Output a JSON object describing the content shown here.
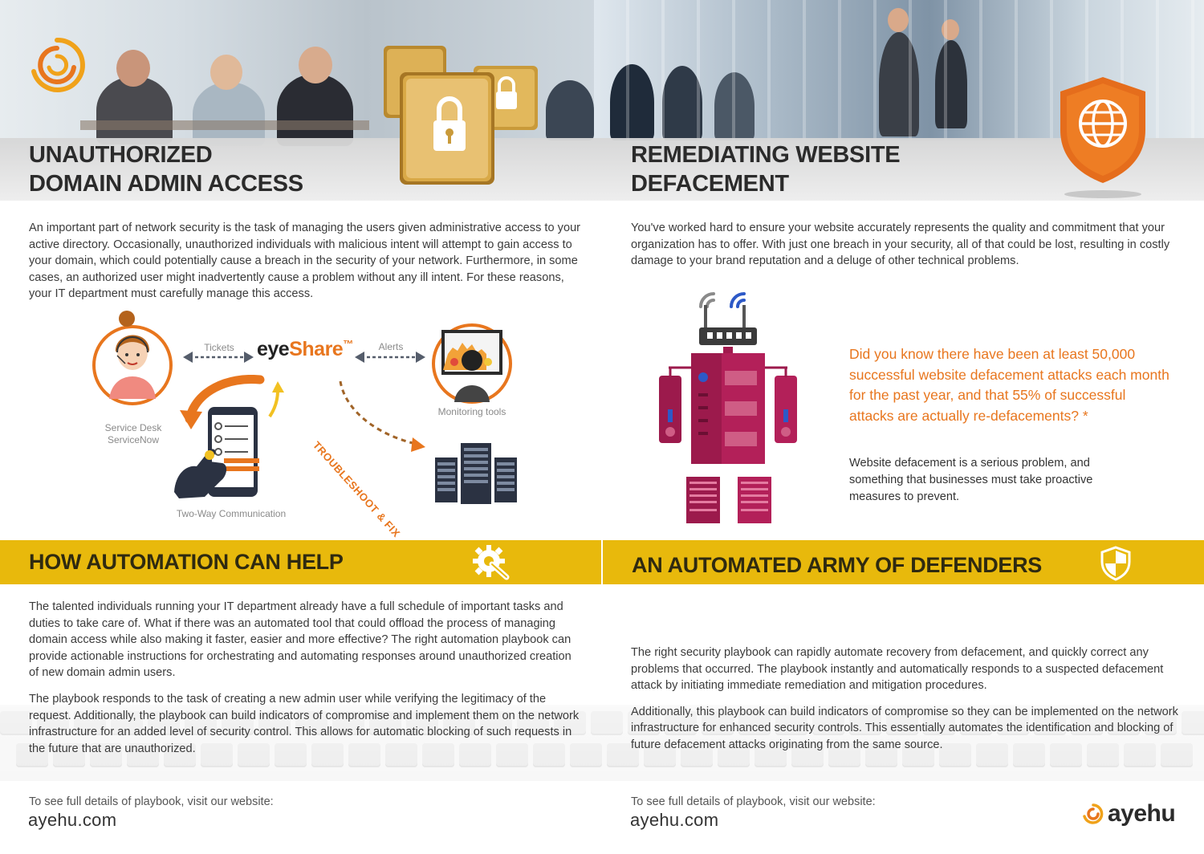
{
  "sections": {
    "unauthorized": {
      "title_line1": "UNAUTHORIZED",
      "title_line2": "DOMAIN ADMIN ACCESS",
      "body": "An important part of network security is the task of managing the users given administrative access to your active directory. Occasionally, unauthorized individuals with malicious intent will attempt to gain access to your domain, which could potentially cause a breach in the security of your network. Furthermore, in some cases, an authorized user might inadvertently cause a problem without any ill intent. For these reasons, your IT department must carefully manage this access."
    },
    "defacement": {
      "title_line1": "REMEDIATING WEBSITE",
      "title_line2": "DEFACEMENT",
      "body": "You've worked hard to ensure your website accurately represents the quality and commitment that your organization has to offer. With just one breach in your security, all of that could be lost, resulting in costly damage to your brand reputation and a deluge of other technical problems.",
      "question": "Did you know there have been at least 50,000 successful website defacement attacks each month for the past year, and that 55% of successful attacks are actually  re-defacements? *",
      "note": "Website defacement is a serious problem, and something that businesses must take proactive measures to prevent."
    },
    "automation": {
      "title": "HOW AUTOMATION CAN HELP",
      "para1": "The talented individuals running your IT department already have a full schedule of important tasks and duties to take care of. What if there was an automated tool that could offload the process of managing domain access while also making it faster, easier and more effective? The right automation playbook can provide actionable instructions for orchestrating and automating responses around unauthorized creation of new domain admin users.",
      "para2": "The playbook responds to the task of creating a new admin user while verifying the legitimacy of the request. Additionally, the playbook can build indicators of compromise and implement them on the network infrastructure for an added level of security control. This allows for automatic blocking of such requests in the future that are unauthorized."
    },
    "army": {
      "title": "AN AUTOMATED ARMY OF DEFENDERS",
      "para1": "The right security playbook can rapidly automate recovery from defacement, and quickly correct any problems that occurred. The playbook instantly and automatically responds to a suspected defacement attack by initiating immediate remediation and mitigation procedures.",
      "para2": "Additionally, this playbook can build indicators of compromise so they can be implemented on the network infrastructure for enhanced security controls. This essentially automates the identification and blocking of future defacement attacks originating from the same source."
    }
  },
  "diagram": {
    "tickets": "Tickets",
    "alerts": "Alerts",
    "brand_eye": "eye",
    "brand_share": "Share",
    "brand_tm": "™",
    "service_desk": "Service Desk",
    "servicenow": "ServiceNow",
    "monitoring": "Monitoring tools",
    "two_way": "Two-Way Communication",
    "troubleshoot": "TROUBLESHOOT & FIX"
  },
  "footer": {
    "left_small": "To see full details of playbook, visit our website:",
    "left_url": "ayehu.com",
    "right_small": "To see full details of playbook, visit our website:",
    "right_url": "ayehu.com",
    "logo_text": "ayehu"
  },
  "colors": {
    "accent_orange": "#e8761e",
    "banner_yellow": "#e8b90c",
    "robot_red": "#a11a4e"
  },
  "icons": [
    "ayehu-swirl-logo-icon",
    "lock-folder-icon",
    "globe-shield-icon",
    "gear-wrench-icon",
    "shield-icon",
    "router-robot-icon",
    "server-icon",
    "smartphone-icon",
    "monitor-icon",
    "support-agent-icon"
  ]
}
